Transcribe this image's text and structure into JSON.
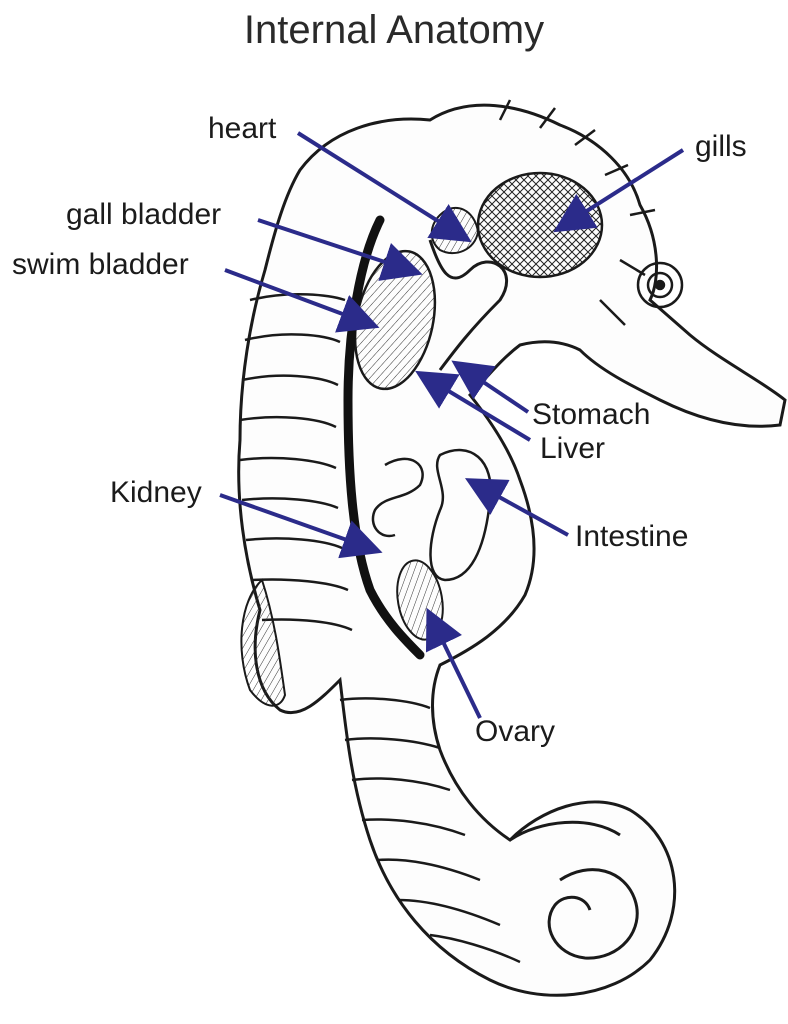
{
  "title": "Internal Anatomy",
  "labels": {
    "heart": "heart",
    "gills": "gills",
    "gall_bladder": "gall bladder",
    "swim_bladder": "swim bladder",
    "stomach": "Stomach",
    "liver": "Liver",
    "kidney": "Kidney",
    "intestine": "Intestine",
    "ovary": "Ovary"
  },
  "colors": {
    "arrow": "#2b2b8a",
    "ink": "#1a1a1a"
  }
}
